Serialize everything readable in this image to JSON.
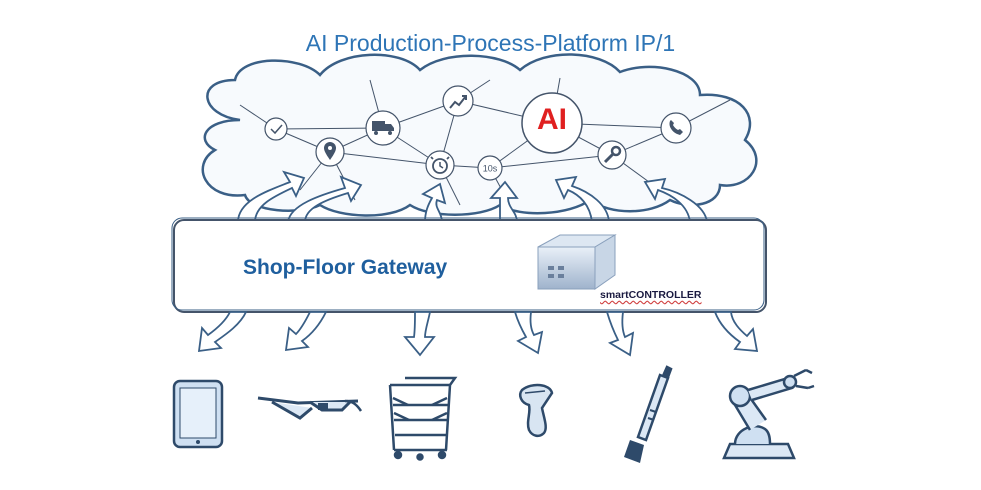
{
  "title": "AI Production-Process-Platform IP/1",
  "cloud": {
    "ai_label": "AI",
    "timer_label": "10s",
    "icons": [
      "check-icon",
      "truck-icon",
      "chart-trend-icon",
      "location-pin-icon",
      "alarm-clock-icon",
      "timer-icon",
      "ai-node",
      "wrench-icon",
      "phone-icon"
    ]
  },
  "gateway": {
    "title": "Shop-Floor Gateway",
    "device_label": "smartCONTROLLER"
  },
  "devices": [
    "tablet-icon",
    "smart-glasses-icon",
    "rack-cart-icon",
    "barcode-scanner-icon",
    "screwdriver-tool-icon",
    "robot-arm-icon"
  ],
  "colors": {
    "title": "#2e75b6",
    "gateway_title": "#1f5f9e",
    "ai": "#e02020",
    "outline": "#3a5f86",
    "fill": "#eef4fb"
  }
}
